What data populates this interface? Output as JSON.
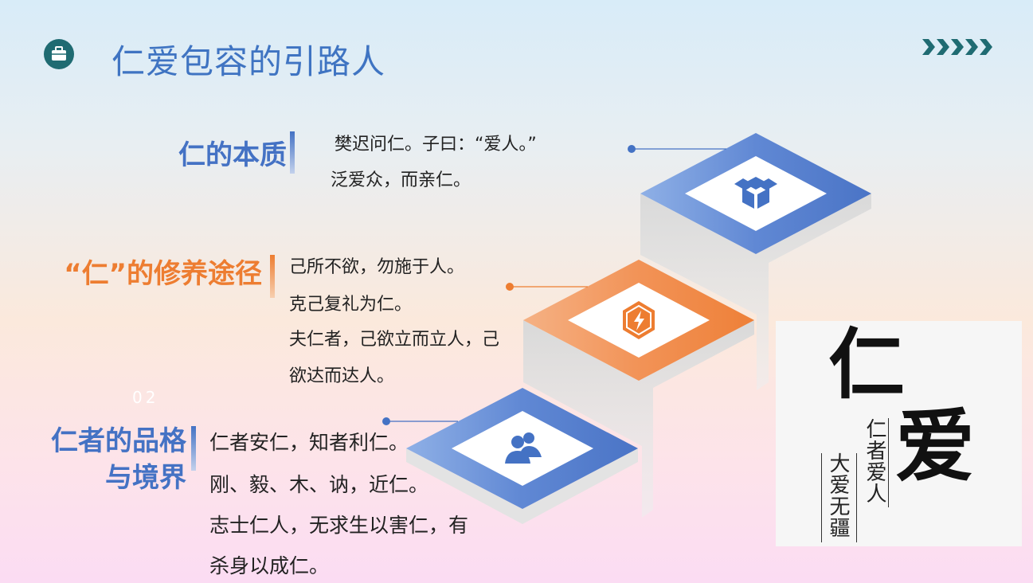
{
  "slide": {
    "title": "仁爱包容的引路人",
    "icons": {
      "title_icon": "briefcase-icon",
      "chevrons": "chevrons-right-icon",
      "step1": "box-icon",
      "step2": "lightning-hexagon-icon",
      "step3": "users-icon"
    },
    "colors": {
      "blue": "#4472c4",
      "orange": "#ed7d31",
      "teal": "#1f6b72"
    }
  },
  "sections": [
    {
      "heading": "仁的本质",
      "lines": [
        "樊迟问仁。子曰：“爱人。”",
        "泛爱众，而亲仁。"
      ]
    },
    {
      "heading": "“仁”的修养途径",
      "lines": [
        "己所不欲，勿施于人。",
        "克己复礼为仁。",
        "夫仁者，己欲立而立人，己",
        "欲达而达人。"
      ]
    },
    {
      "heading_line1": "仁者的品格",
      "heading_line2": "与境界",
      "number": "02",
      "lines": [
        "仁者安仁，知者利仁。",
        "刚、毅、木、讷，近仁。",
        "志士仁人，无求生以害仁，有",
        "杀身以成仁。"
      ]
    }
  ],
  "card": {
    "char1": "仁",
    "char2": "爱",
    "col1": "仁者爱人",
    "col2": "大爱无疆"
  }
}
